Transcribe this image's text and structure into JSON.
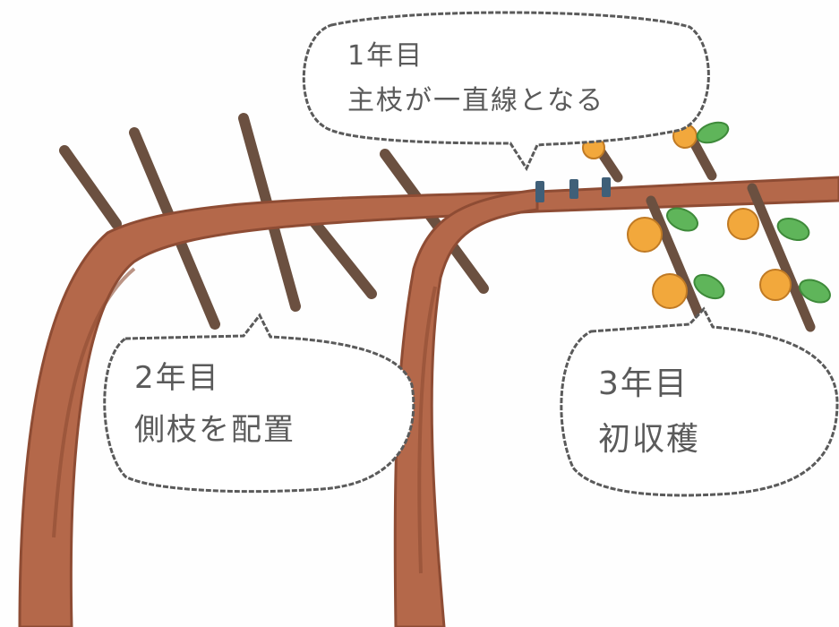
{
  "bubbles": {
    "year1": {
      "label": "1年目",
      "caption": "主枝が一直線となる"
    },
    "year2": {
      "label": "2年目",
      "caption": "側枝を配置"
    },
    "year3": {
      "label": "3年目",
      "caption": "初収穫"
    }
  },
  "colors": {
    "trunk": "#b4684a",
    "trunk_shadow": "#8e4c34",
    "side_branch": "#6b5040",
    "fruit": "#f2a83c",
    "leaf": "#5fb55a",
    "bubble_outline": "#5a5a5a",
    "text": "#5a5a5a",
    "tape": "#3f5f78"
  },
  "fruit_count": 6
}
